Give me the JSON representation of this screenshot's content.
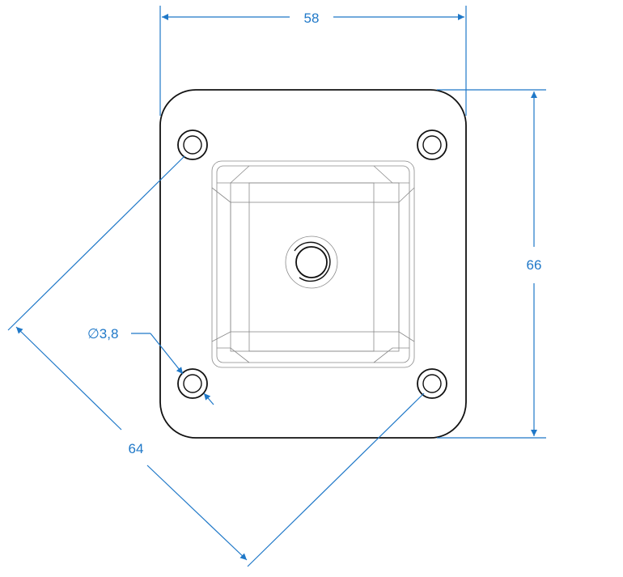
{
  "drawing": {
    "dimensions": {
      "width_label": "58",
      "height_label": "66",
      "diagonal_label": "64",
      "hole_label": "∅3,8"
    },
    "colors": {
      "dimension": "#1f78c8",
      "part_outline": "#111111",
      "part_detail": "#8a8a8a",
      "background": "#ffffff"
    }
  }
}
